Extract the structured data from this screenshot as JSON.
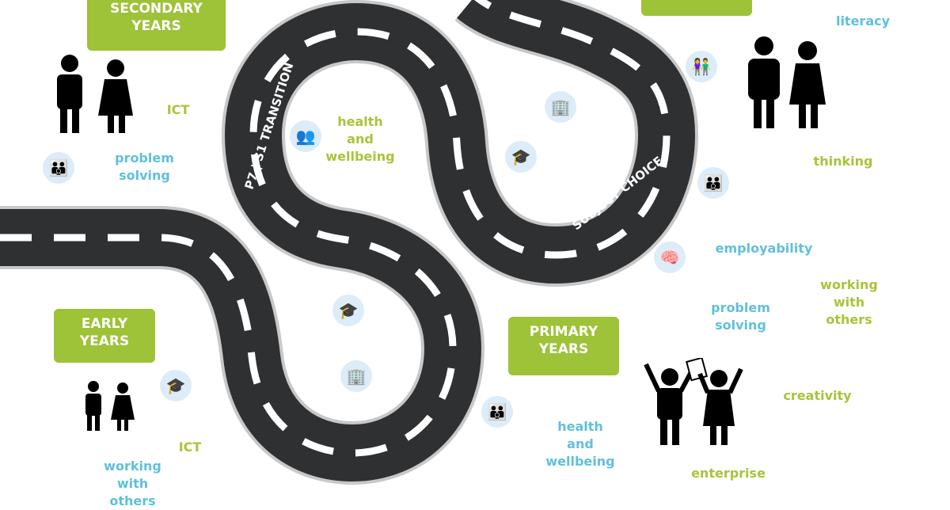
{
  "bubbles": {
    "secondary": "SECONDARY\nYEARS",
    "early": "EARLY\nYEARS",
    "primary": "PRIMARY\nYEARS",
    "top_right": ""
  },
  "road_labels": {
    "transition": "P7 | S1 TRANSITION",
    "subject_choice": "SUBJECT CHOICE"
  },
  "skills": [
    {
      "text": "literacy",
      "color": "blue"
    },
    {
      "text": "ICT",
      "color": "green"
    },
    {
      "text": "problem\nsolving",
      "color": "blue"
    },
    {
      "text": "health\nand\nwellbeing",
      "color": "green"
    },
    {
      "text": "thinking",
      "color": "green"
    },
    {
      "text": "employability",
      "color": "blue"
    },
    {
      "text": "working\nwith\nothers",
      "color": "green"
    },
    {
      "text": "problem\nsolving",
      "color": "blue"
    },
    {
      "text": "creativity",
      "color": "green"
    },
    {
      "text": "health\nand\nwellbeing",
      "color": "blue"
    },
    {
      "text": "enterprise",
      "color": "green"
    },
    {
      "text": "ICT",
      "color": "green"
    },
    {
      "text": "working\nwith\nothers",
      "color": "blue"
    }
  ],
  "icons": [
    "family-icon",
    "building-icon",
    "people-group-icon",
    "diploma-icon",
    "team-icon",
    "head-brain-icon",
    "diploma-icon",
    "building-icon",
    "diploma-icon",
    "team-icon",
    "team-icon"
  ],
  "colors": {
    "road": "#2f3032",
    "accent_green": "#9ec238",
    "skill_blue": "#5fc0dc",
    "skill_green": "#a8c43a",
    "icon_blue": "#2e7fc4"
  }
}
